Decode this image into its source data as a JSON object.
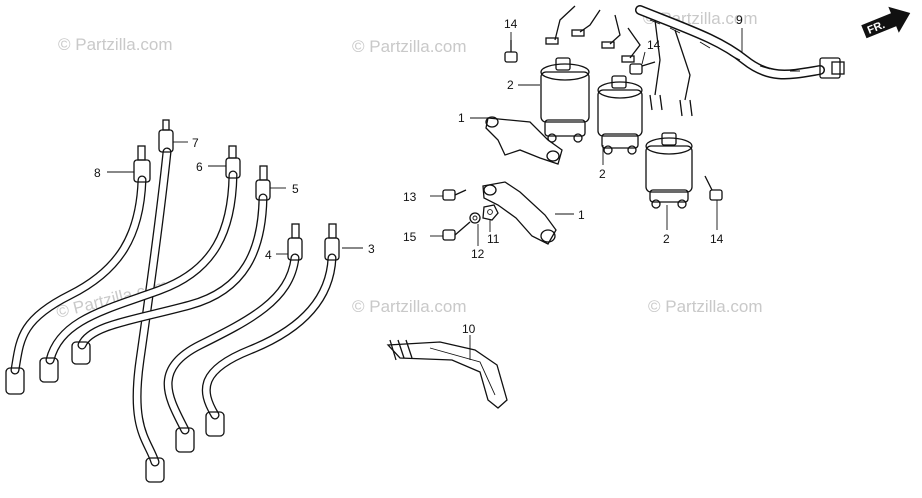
{
  "watermark_text": "© Partzilla.com",
  "direction_label": "FR.",
  "callouts": {
    "c1a": "1",
    "c1b": "1",
    "c2a": "2",
    "c2b": "2",
    "c2c": "2",
    "c3": "3",
    "c4": "4",
    "c5": "5",
    "c6": "6",
    "c7": "7",
    "c8": "8",
    "c9": "9",
    "c10": "10",
    "c11": "11",
    "c12": "12",
    "c13": "13",
    "c14a": "14",
    "c14b": "14",
    "c14c": "14",
    "c15": "15"
  }
}
